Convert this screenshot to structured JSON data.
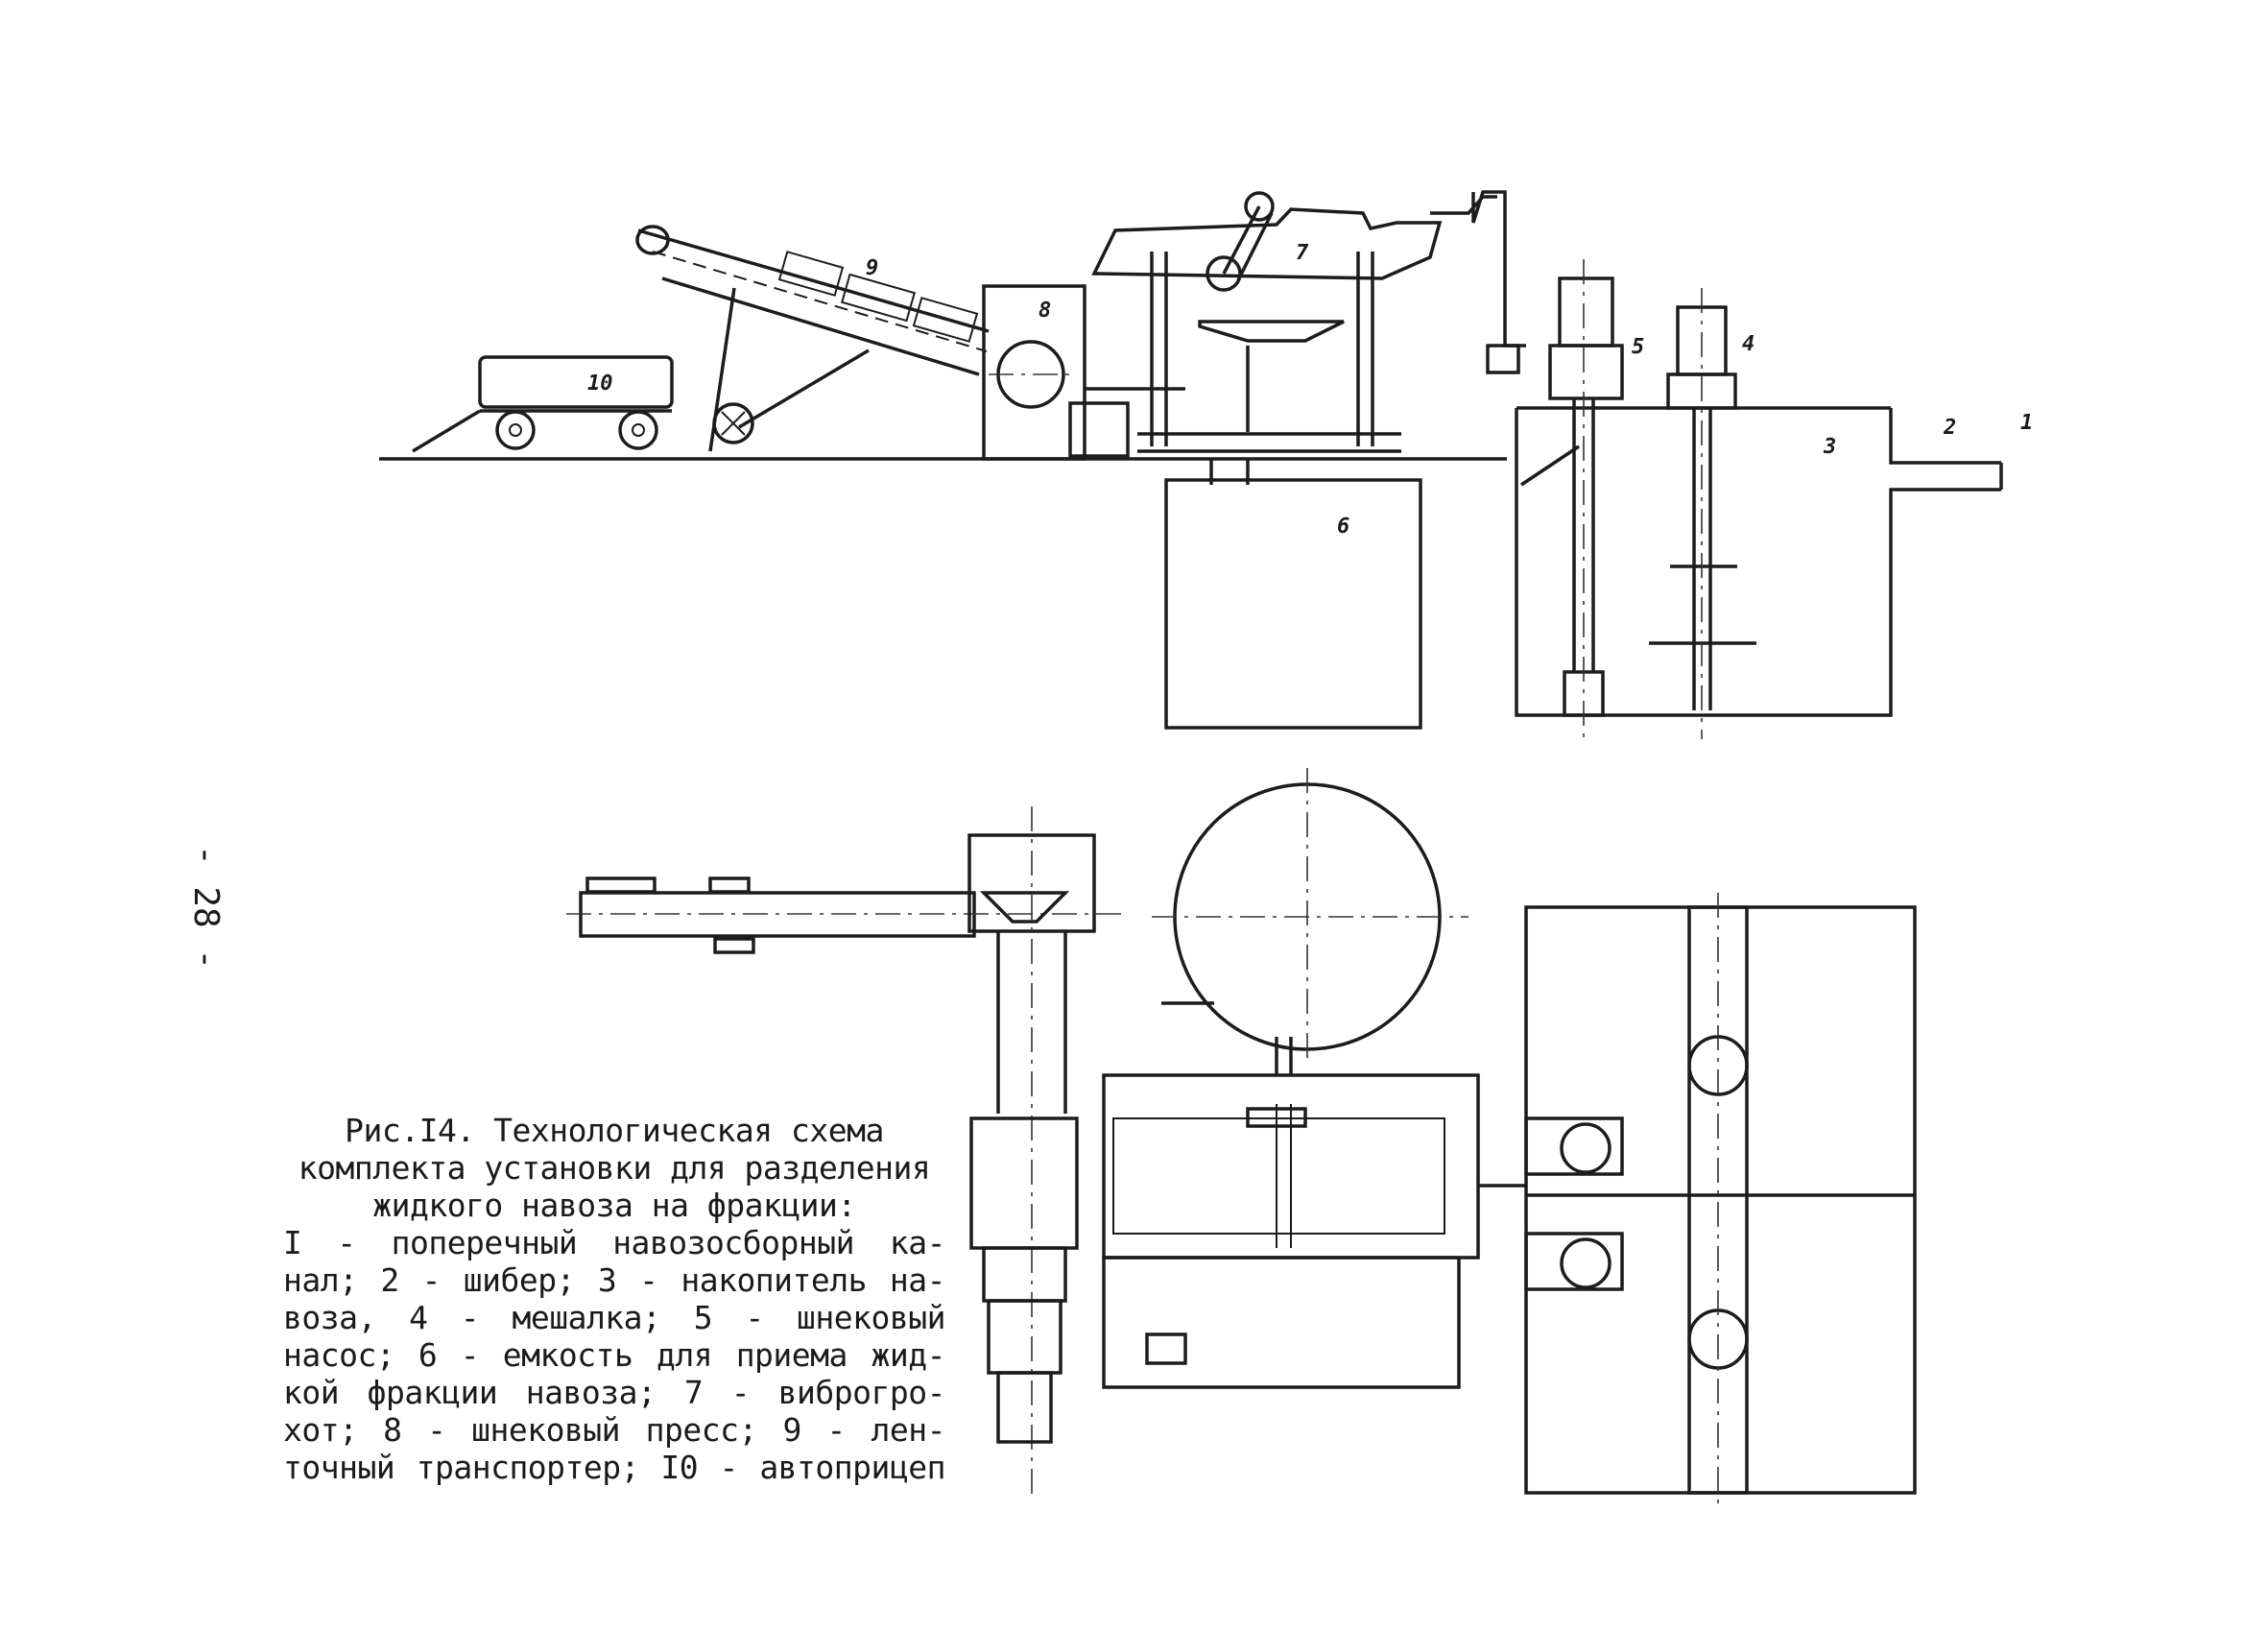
{
  "page_number": "- 28 -",
  "caption": {
    "title_lines": [
      "Рис.I4. Технологическая схема",
      "комплекта установки для разделения",
      "жидкого навоза на фракции:"
    ],
    "legend_lines": [
      "I - поперечный навозосборный ка-",
      "нал; 2 - шибер; 3 - накопитель на-",
      "воза, 4 - мешалка; 5 - шнековый",
      "насос; 6 - емкость для приема жид-",
      "кой фракции навоза; 7 - виброгро-",
      "хот; 8 - шнековый пресс; 9 - лен-",
      "точный транспортер; I0 - автоприцеп"
    ]
  },
  "labels": {
    "channel": "1",
    "gate": "2",
    "storage": "3",
    "mixer": "4",
    "pump": "5",
    "tank": "6",
    "screen": "7",
    "press": "8",
    "conveyor": "9",
    "trailer": "10"
  }
}
